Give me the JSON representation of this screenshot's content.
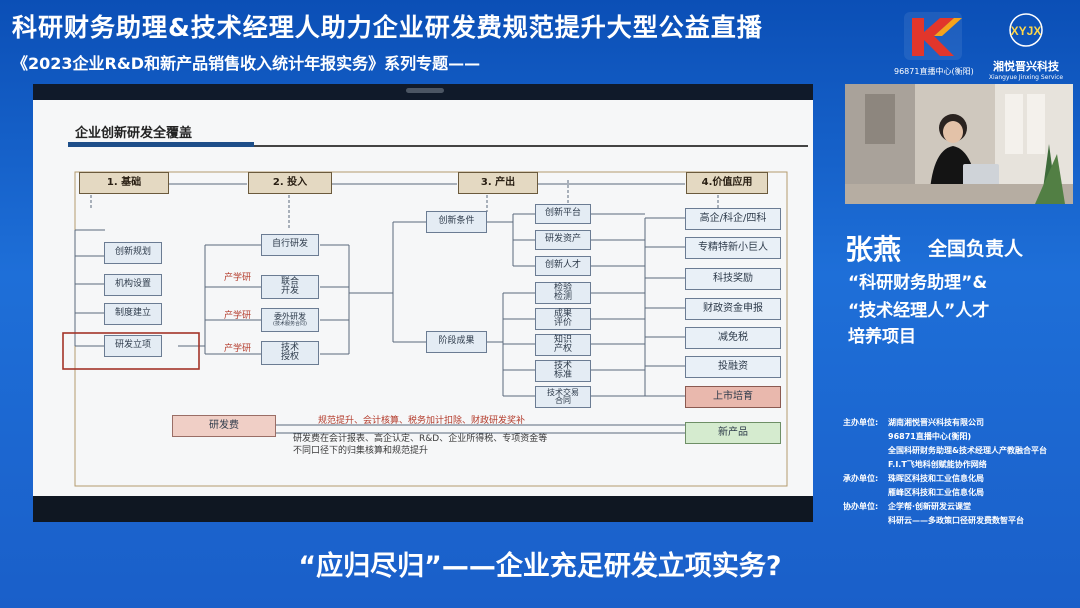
{
  "header": {
    "title": "科研财务助理&技术经理人助力企业研发费规范提升大型公益直播",
    "subtitle": "《2023企业R&D和新产品销售收入统计年报实务》系列专题——"
  },
  "logos": {
    "left_caption": "96871直播中心(衡阳)",
    "right_caption": "湘悦晋兴科技",
    "right_sub": "Xiangyue Jinxing Service",
    "right_mark": "XYJX"
  },
  "slide": {
    "heading": "企业创新研发全覆盖",
    "stages": [
      "1. 基础",
      "2. 投入",
      "3. 产出",
      "4.价值应用"
    ],
    "basics": [
      "创新规划",
      "机构设置",
      "制度建立",
      "研发立项"
    ],
    "inputs": [
      "自行研发",
      "联合\n开发",
      "委外研发",
      "技术\n授权"
    ],
    "input_sub": "(技术服务合同)",
    "industry_labels": [
      "产学研",
      "产学研",
      "产学研"
    ],
    "outputs_mid": [
      "创新条件",
      "阶段成果"
    ],
    "outputs_top": [
      "创新平台",
      "研发资产",
      "创新人才"
    ],
    "outputs_bottom": [
      "检验\n检测",
      "成果\n评价",
      "知识\n产权",
      "技术\n标准",
      "技术交易\n合同"
    ],
    "values": [
      "高企/科企/四科",
      "专精特新小巨人",
      "科技奖励",
      "财政资金申报",
      "减免税",
      "投融资",
      "上市培育",
      "新产品"
    ],
    "rd_fee": "研发费",
    "rd_line1": "规范提升、会计核算、税务加计扣除、财政研发奖补",
    "rd_line2": "研发费在会计报表、高企认定、R&D、企业所得税、专项资金等",
    "rd_line3": "不同口径下的归集核算和规范提升"
  },
  "speaker": {
    "name": "张燕",
    "role": "全国负责人",
    "line1": "“科研财务助理”&",
    "line2": "“技术经理人”人才",
    "line3": "培养项目"
  },
  "organizers": {
    "host_label": "主办单位:",
    "host1": "湖南湘悦晋兴科技有限公司",
    "host2": "96871直播中心(衡阳)",
    "host3": "全国科研财务助理&技术经理人产教融合平台",
    "host4": "F.I.T飞地科创赋能协作网络",
    "undertake_label": "承办单位:",
    "undertake1": "珠晖区科技和工业信息化局",
    "undertake2": "雁峰区科技和工业信息化局",
    "assist_label": "协办单位:",
    "assist1": "企学帮·创新研发云课堂",
    "assist2": "科研云——多政策口径研发费数智平台"
  },
  "caption": "“应归尽归”——企业充足研发立项实务?"
}
